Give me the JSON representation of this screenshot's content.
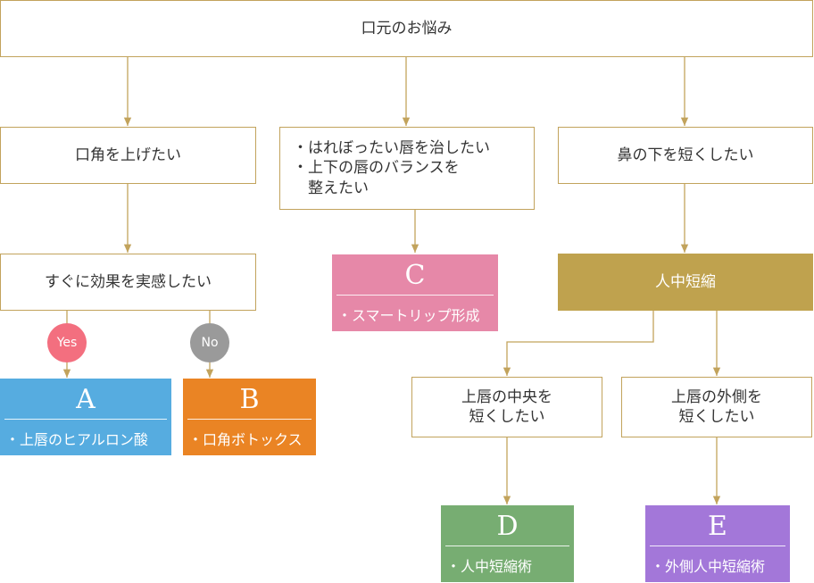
{
  "colors": {
    "line": "#c2a35c",
    "gold": "#bfa24e",
    "a": "#56ace0",
    "b": "#ea8424",
    "c": "#e688a8",
    "d": "#77ad72",
    "e": "#a377d9",
    "yes": "#f36f7f",
    "no": "#9a9a9a"
  },
  "nodes": {
    "root": "口元のお悩み",
    "lift": "口角を上げたい",
    "puffy": [
      "・はれぼったい唇を治したい",
      "・上下の唇のバランスを",
      "　整えたい"
    ],
    "nose": "鼻の下を短くしたい",
    "instant": "すぐに効果を実感したい",
    "philtrum": "人中短縮",
    "center": [
      "上唇の中央を",
      "短くしたい"
    ],
    "outer": [
      "上唇の外側を",
      "短くしたい"
    ]
  },
  "badges": {
    "yes": "Yes",
    "no": "No"
  },
  "results": {
    "a": {
      "letter": "A",
      "desc": "・上唇のヒアルロン酸"
    },
    "b": {
      "letter": "B",
      "desc": "・口角ボトックス"
    },
    "c": {
      "letter": "C",
      "desc": "・スマートリップ形成"
    },
    "d": {
      "letter": "D",
      "desc": "・人中短縮術"
    },
    "e": {
      "letter": "E",
      "desc": "・外側人中短縮術"
    }
  }
}
